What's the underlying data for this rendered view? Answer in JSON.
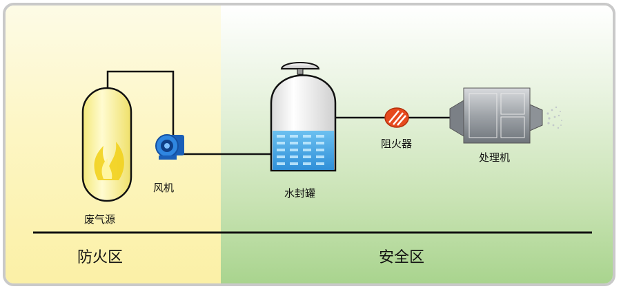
{
  "zones": {
    "fire_zone": "防火区",
    "safe_zone": "安全区"
  },
  "components": {
    "waste_gas_source": "废气源",
    "fan": "风机",
    "water_seal_tank": "水封罐",
    "flame_arrester": "阻火器",
    "processor": "处理机"
  },
  "colors": {
    "fire_zone_bg": "#fbf0a6",
    "safe_zone_bg": "#a9d48e",
    "fan_blue": "#1e6fd0",
    "arrester_red": "#e64a1e",
    "water_blue": "#3fa3e6",
    "pipe": "#111111"
  }
}
